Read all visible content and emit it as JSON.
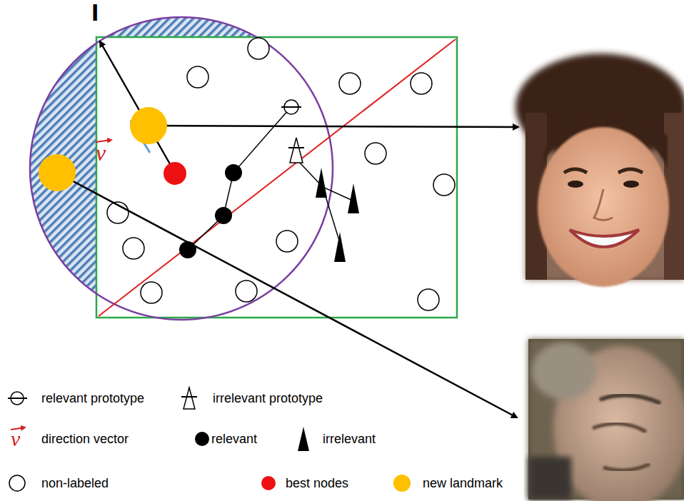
{
  "diagram": {
    "labels": [
      "l",
      "v",
      "v"
    ],
    "legend": [
      {
        "text": "relevant prototype"
      },
      {
        "text": "irrelevant prototype"
      },
      {
        "text": "direction vector"
      },
      {
        "text": "relevant",
        "color": "#000000"
      },
      {
        "text": "irrelevant"
      },
      {
        "text": "non-labeled"
      },
      {
        "text": "best nodes",
        "color": "#ee1111"
      },
      {
        "text": "new landmark",
        "color": "#ffc000"
      }
    ]
  }
}
